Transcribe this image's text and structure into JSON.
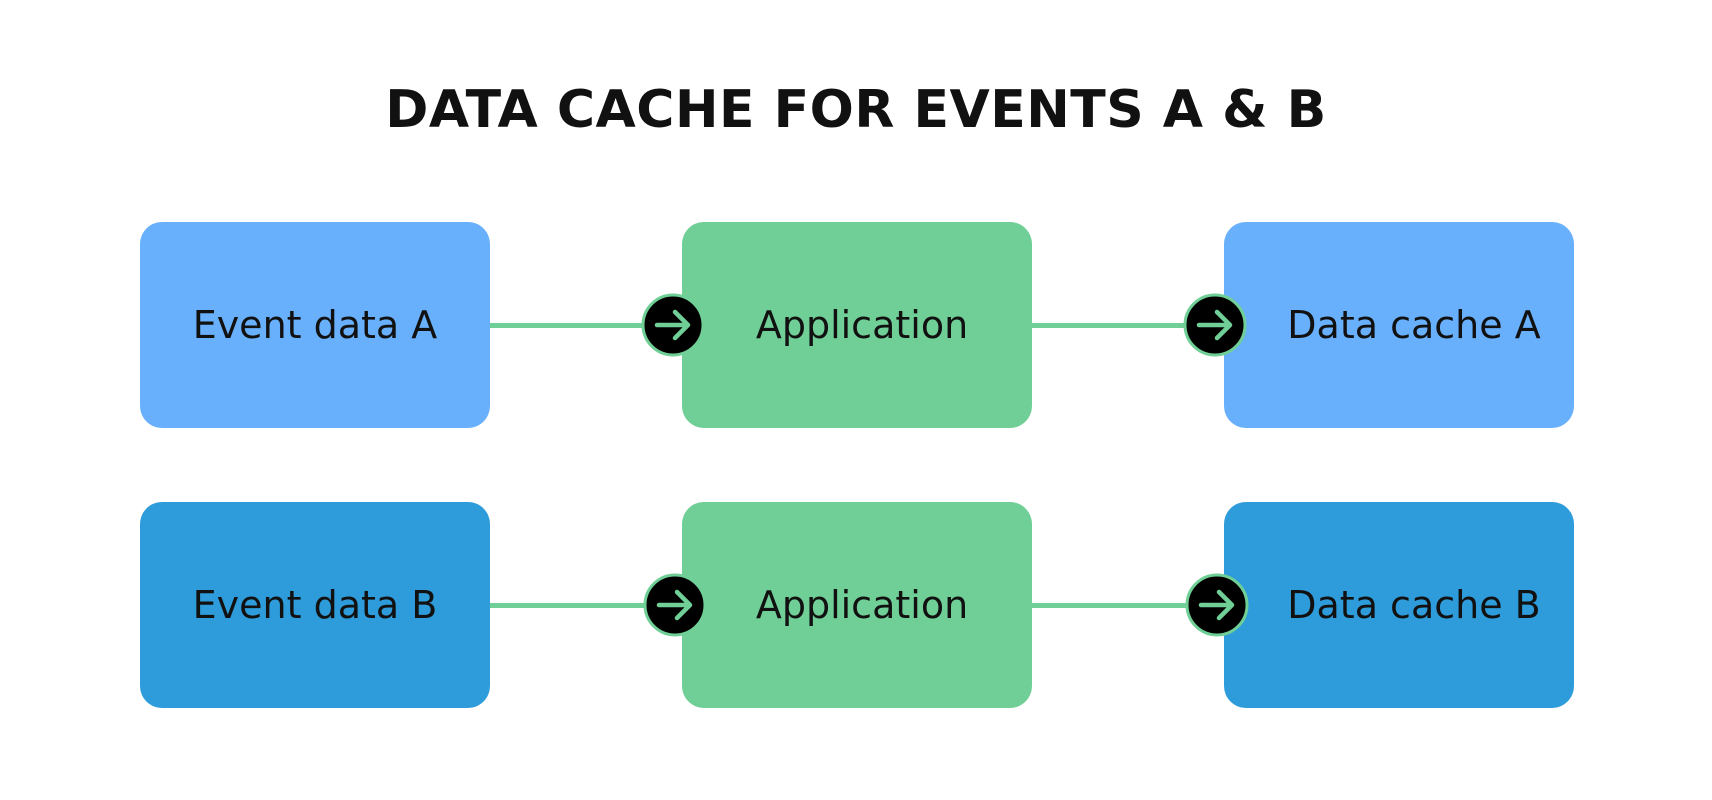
{
  "title": "DATA CACHE FOR EVENTS A & B",
  "colors": {
    "event_a": "#68b0fc",
    "event_b": "#2e9cda",
    "application": "#70cf96",
    "connector": "#70cf96",
    "arrow_badge": "#000000"
  },
  "rows": [
    {
      "source": "Event data A",
      "processor": "Application",
      "target": "Data cache A"
    },
    {
      "source": "Event data B",
      "processor": "Application",
      "target": "Data cache B"
    }
  ]
}
